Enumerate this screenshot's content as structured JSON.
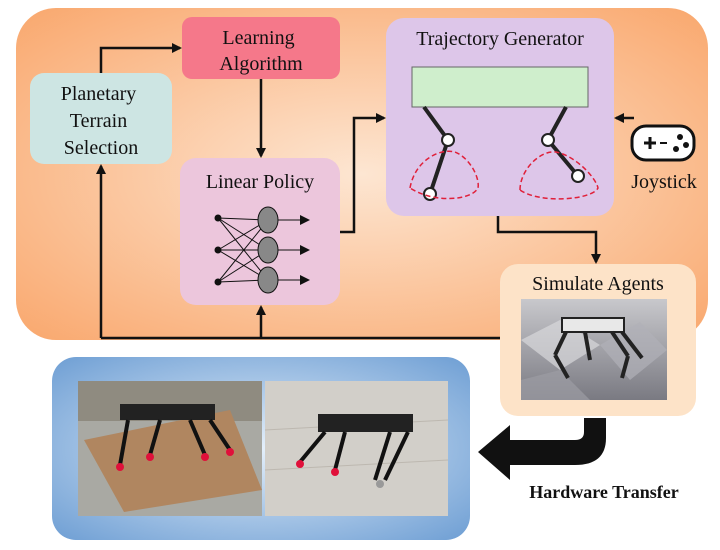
{
  "nodes": {
    "learning_algorithm": {
      "line1": "Learning",
      "line2": "Algorithm"
    },
    "planetary_terrain": {
      "line1": "Planetary",
      "line2": "Terrain",
      "line3": "Selection"
    },
    "linear_policy": {
      "label": "Linear Policy"
    },
    "trajectory_generator": {
      "label": "Trajectory Generator"
    },
    "joystick": {
      "label": "Joystick"
    },
    "simulate_agents": {
      "label": "Simulate Agents"
    },
    "hardware_transfer": {
      "label": "Hardware Transfer"
    }
  },
  "colors": {
    "outer_panel": "#f9a86e",
    "learning_fill": "#f5788a",
    "terrain_fill": "#cde5e3",
    "policy_fill": "#ecc6dc",
    "trajectory_fill": "#ddc6e9",
    "simulate_fill": "#fde3c8",
    "hardware_panel": "#7da6d6",
    "arrow": "#111111",
    "trajectory_curve": "#e0203a",
    "trajectory_bar": "#cfeecc"
  }
}
